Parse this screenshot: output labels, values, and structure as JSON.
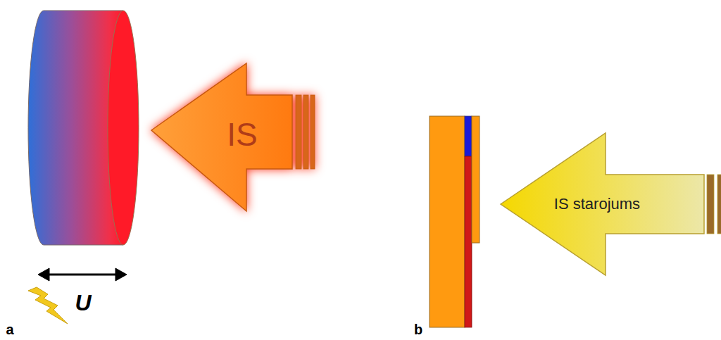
{
  "diagram": {
    "nodes": [
      {
        "text": [
          "IS"
        ]
      },
      {
        "text": [
          "IS starojums"
        ]
      }
    ],
    "labels": [
      "U",
      "a",
      "b"
    ]
  }
}
